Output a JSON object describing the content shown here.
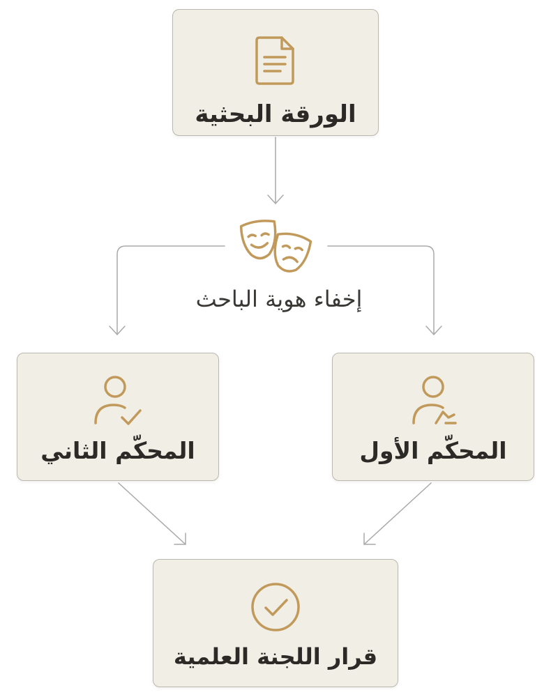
{
  "nodes": {
    "paper": {
      "label": "الورقة البحثية",
      "icon": "document-icon"
    },
    "anonymize": {
      "label": "إخفاء هوية الباحث",
      "icon": "theater-masks-icon"
    },
    "judge_one": {
      "label": "المحكّم الأول",
      "icon": "user-edit-icon"
    },
    "judge_two": {
      "label": "المحكّم الثاني",
      "icon": "user-check-icon"
    },
    "decision": {
      "label": "قرار اللجنة العلمية",
      "icon": "check-circle-icon"
    }
  },
  "colors": {
    "icon_gold": "#c19a5b",
    "box_fill": "#f1eee6",
    "box_border": "#bcb7ac",
    "connector": "#a9a9a9",
    "text": "#2c2a27"
  }
}
